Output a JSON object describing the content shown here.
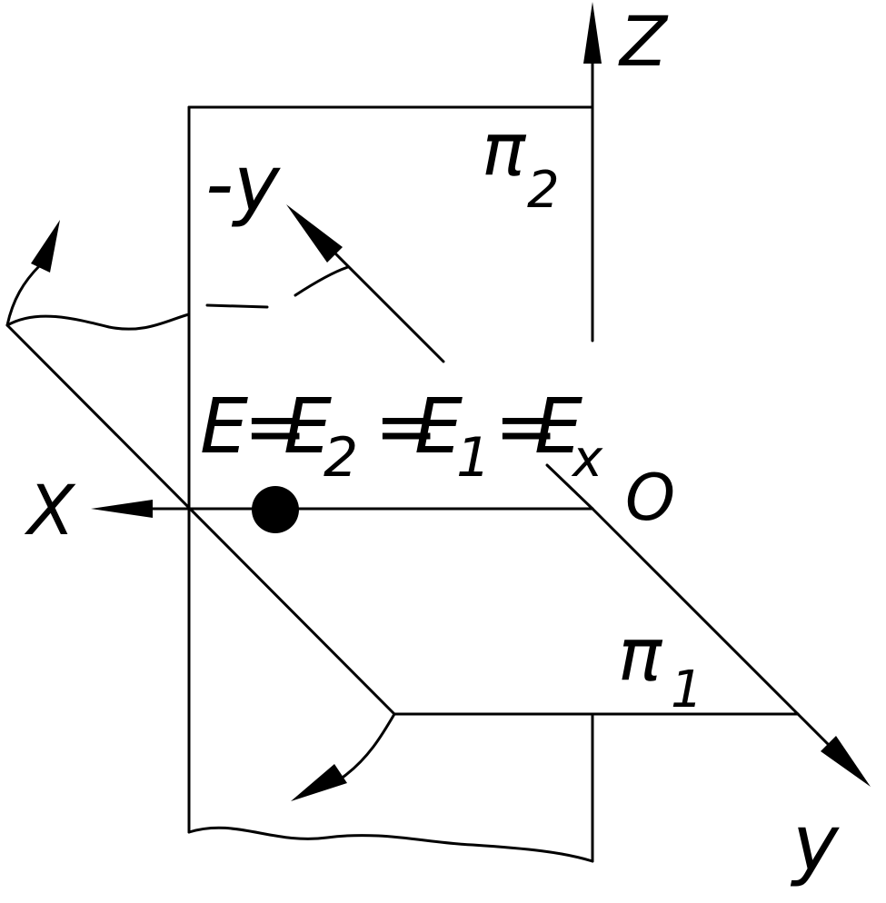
{
  "labels": {
    "axis_z": "Z",
    "axis_x": "X",
    "axis_y": "y",
    "axis_neg_y": "-y",
    "origin": "O",
    "plane_pi2": "π",
    "plane_pi2_sub": "2",
    "plane_pi1": "π",
    "plane_pi1_sub": "1",
    "point_main": "E",
    "point_e2": "E",
    "point_e2_sub": "2",
    "point_e1": "E",
    "point_e1_sub": "1",
    "point_ex": "E",
    "point_ex_sub": "x",
    "equals": "="
  }
}
